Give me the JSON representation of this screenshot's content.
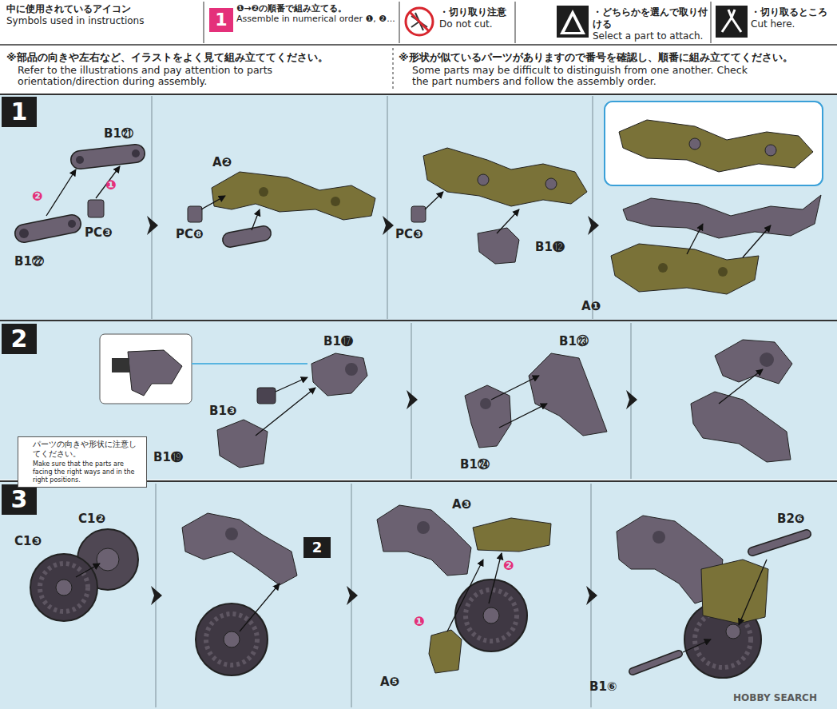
{
  "diagram": {
    "nodes": [
      {
        "text": [
          "中に使用されているアイコン",
          "Symbols used in instructions"
        ]
      },
      {
        "text": [
          "❶→❷の順番で組み立てる。",
          "Assemble in numerical order ❶, ❷..."
        ]
      },
      {
        "text": [
          "・切り取り注意",
          "Do not cut."
        ]
      },
      {
        "text": [
          "・どちらかを選んで取り付ける",
          "Select a part to attach."
        ]
      },
      {
        "text": [
          "・切り取るところ",
          "Cut here."
        ]
      },
      {
        "text": [
          "1"
        ]
      },
      {
        "text": [
          "2"
        ]
      },
      {
        "text": [
          "3"
        ]
      },
      {
        "text": [
          "パーツの向きや形状に注意してください。",
          "Make sure that the parts are facing the right ways and in the right positions."
        ]
      },
      {
        "text": [
          "2"
        ]
      }
    ],
    "labels": [
      "1",
      "※部品の向きや左右など、イラストをよく見て組み立ててください。",
      "Refer to the illustrations and pay attention to parts orientation/direction during assembly.",
      "※形状が似ているパーツがありますので番号を確認し、順番に組み立ててください。",
      "Some parts may be difficult to distinguish from one another. Check the part numbers and follow the assembly order.",
      "B1㉑",
      "❷",
      "❶",
      "B1㉒",
      "PC❸",
      "A❷",
      "PC❽",
      "PC❸",
      "B1⓬",
      "A❶",
      "B1⓱",
      "B1❸",
      "B1⓳",
      "B1㉓",
      "B1㉔",
      "C1❷",
      "C1❸",
      "A❸",
      "❷",
      "❶",
      "A❺",
      "B2❻",
      "B1⑥",
      "HOBBY SEARCH"
    ]
  }
}
